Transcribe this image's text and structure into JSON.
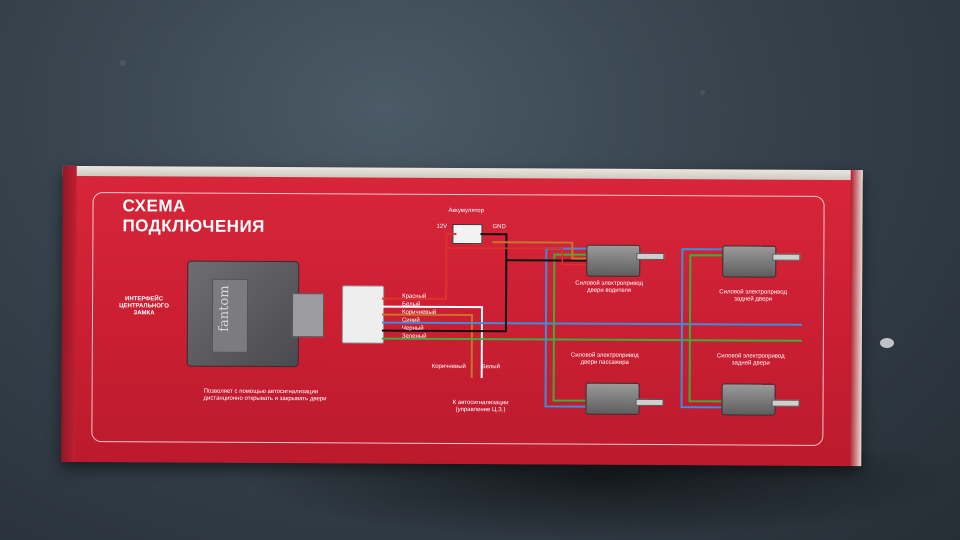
{
  "title_line1": "СХЕМА",
  "title_line2": "ПОДКЛЮЧЕНИЯ",
  "interface_label": [
    "ИНТЕРФЕЙС",
    "ЦЕНТРАЛЬНОГО",
    "ЗАМКА"
  ],
  "brand": "fantom",
  "description": [
    "Позволяет с помощью автосигнализации",
    "дистанционно открывать и закрывать двери"
  ],
  "battery_title": "Аккумулятор",
  "battery_voltage": "12V",
  "battery_plus": "+",
  "battery_minus": "-",
  "battery_gnd": "GND",
  "wires": [
    {
      "label": "Красный",
      "color": "#e0302c"
    },
    {
      "label": "Белый",
      "color": "#ffffff"
    },
    {
      "label": "Коричневый",
      "color": "#c8742c"
    },
    {
      "label": "Синий",
      "color": "#3a8fe0"
    },
    {
      "label": "Черный",
      "color": "#111111"
    },
    {
      "label": "Зеленый",
      "color": "#3cae3a"
    }
  ],
  "alarm_wire_left": "Коричневый",
  "alarm_wire_right": "Белый",
  "alarm_title": "К автосигнализации",
  "alarm_subtitle": "(управление Ц.З.)",
  "actuators": [
    {
      "line1": "Силовой электропривод",
      "line2": "двери водителя"
    },
    {
      "line1": "Силовой электропривод",
      "line2": "задней двери"
    },
    {
      "line1": "Силовой электропривод",
      "line2": "двери пассажира"
    },
    {
      "line1": "Силовой электропривод",
      "line2": "задней двери"
    }
  ]
}
